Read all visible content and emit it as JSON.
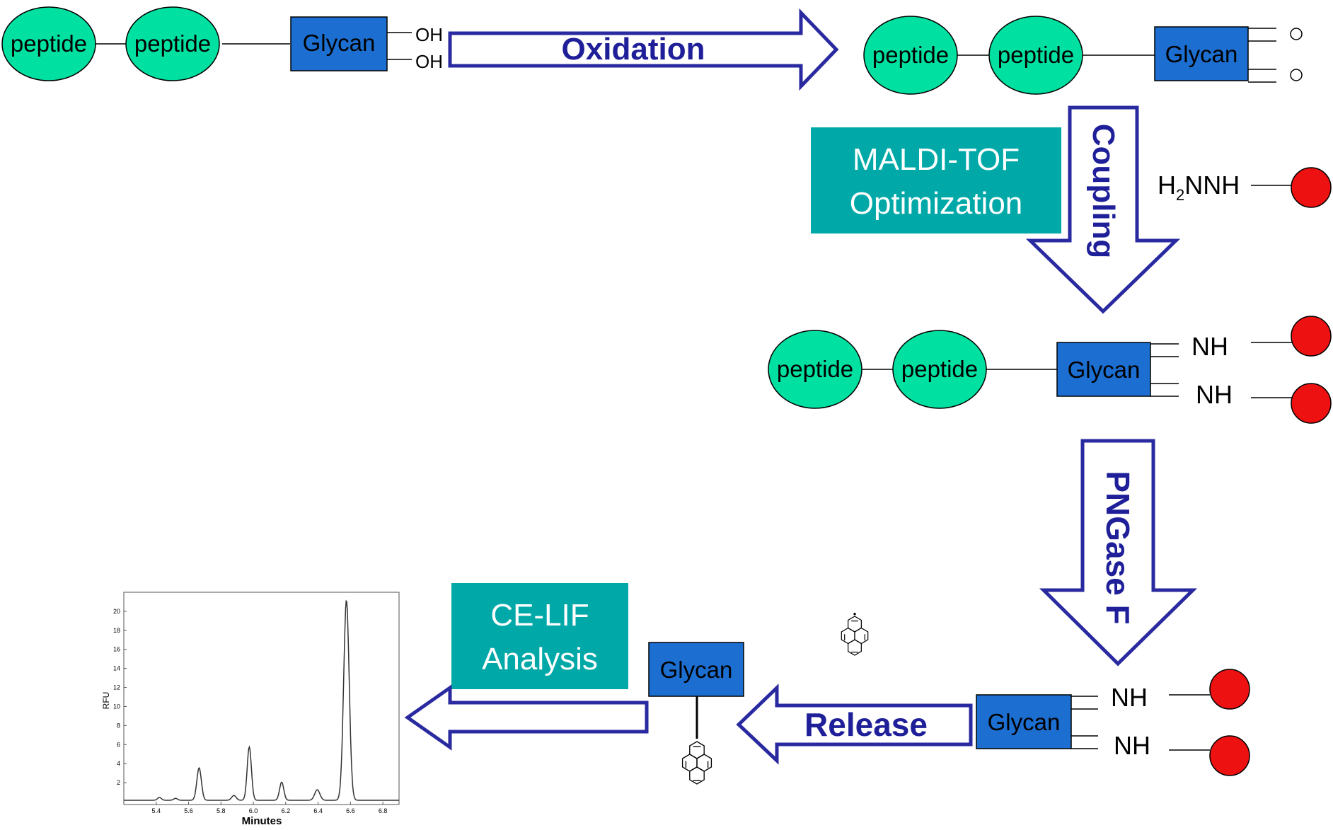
{
  "labels": {
    "peptide": "peptide",
    "glycan": "Glycan",
    "oh": "OH",
    "nh": "NH",
    "hydrazine_h": "H",
    "hydrazine_sub": "2",
    "hydrazine_rest": "NNH"
  },
  "steps": {
    "oxidation": "Oxidation",
    "coupling": "Coupling",
    "pngase": "PNGase F",
    "release": "Release"
  },
  "notes": {
    "maldi_line1": "MALDI-TOF",
    "maldi_line2": "Optimization",
    "celif_line1": "CE-LIF",
    "celif_line2": "Analysis"
  },
  "colors": {
    "peptide": "#00e0a0",
    "glycan": "#1c6fd1",
    "teal_box": "#00a8a8",
    "arrow_stroke": "#2a2aa0",
    "red_bead": "#ee1111"
  },
  "icons": {
    "bead": "red-circle",
    "pyrene": "pyrene-structure"
  },
  "chart_data": {
    "type": "line",
    "xlabel": "Minutes",
    "ylabel": "RFU",
    "xlim": [
      5.2,
      6.9
    ],
    "ylim": [
      0,
      22
    ],
    "x_ticks": [
      "5.4",
      "5.6",
      "5.8",
      "6.0",
      "6.2",
      "6.4",
      "6.6",
      "6.8"
    ],
    "y_ticks": [
      "2",
      "4",
      "6",
      "8",
      "10",
      "12",
      "14",
      "16",
      "18",
      "20"
    ],
    "grid": false,
    "peaks": [
      {
        "x": 5.42,
        "y": 0.3,
        "w": 0.012
      },
      {
        "x": 5.52,
        "y": 0.2,
        "w": 0.012
      },
      {
        "x": 5.665,
        "y": 3.4,
        "w": 0.014
      },
      {
        "x": 5.88,
        "y": 0.5,
        "w": 0.014
      },
      {
        "x": 5.975,
        "y": 5.6,
        "w": 0.013
      },
      {
        "x": 6.175,
        "y": 1.9,
        "w": 0.013
      },
      {
        "x": 6.395,
        "y": 1.1,
        "w": 0.016
      },
      {
        "x": 6.575,
        "y": 21.0,
        "w": 0.017
      }
    ]
  }
}
